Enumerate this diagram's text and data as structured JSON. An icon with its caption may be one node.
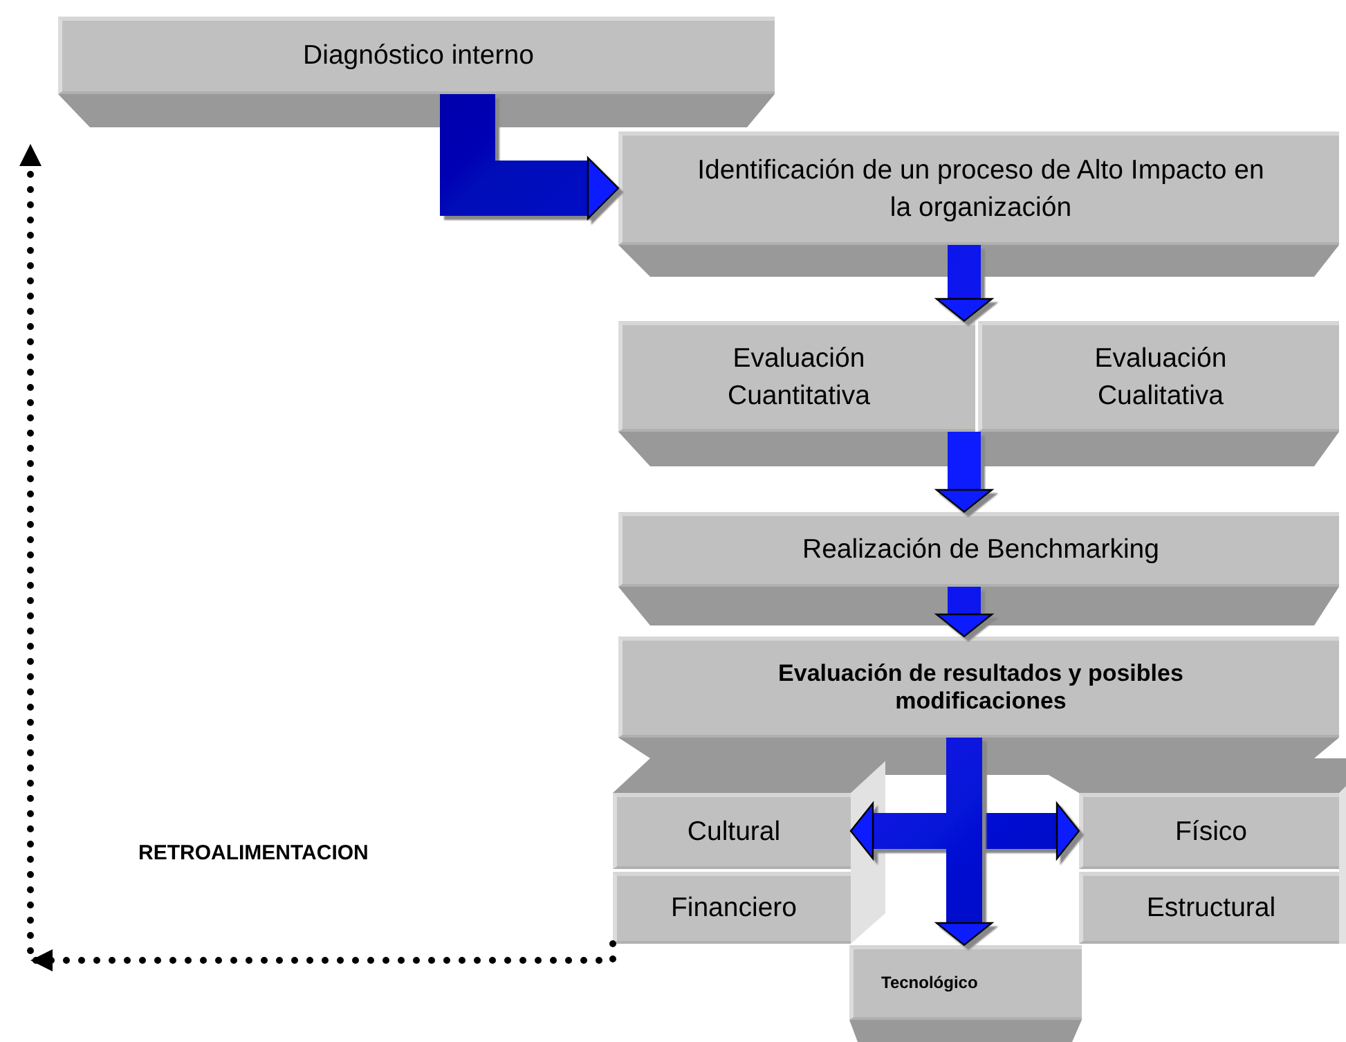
{
  "diagram": {
    "nodes": [
      {
        "text": [
          "Diagnóstico interno"
        ]
      },
      {
        "text": [
          "Identificación de un proceso de Alto Impacto en la organización"
        ]
      },
      {
        "text": [
          "Evaluación Cuantitativa"
        ]
      },
      {
        "text": [
          "Evaluación Cualitativa"
        ]
      },
      {
        "text": [
          "Realización de Benchmarking"
        ]
      },
      {
        "text": [
          "Evaluación de resultados y posibles modificaciones"
        ]
      },
      {
        "text": [
          "Cultural"
        ]
      },
      {
        "text": [
          "Financiero"
        ]
      },
      {
        "text": [
          "Físico"
        ]
      },
      {
        "text": [
          "Estructural"
        ]
      },
      {
        "text": [
          "Tecnológico"
        ]
      }
    ],
    "edges": [
      {
        "from": 0,
        "to": 1,
        "arrow": "to",
        "style": "thick"
      },
      {
        "from": 1,
        "to": 2,
        "arrow": "to",
        "style": "thick"
      },
      {
        "from": 1,
        "to": 3,
        "arrow": "to",
        "style": "thick"
      },
      {
        "from": 2,
        "to": 4,
        "arrow": "to",
        "style": "thick"
      },
      {
        "from": 3,
        "to": 4,
        "arrow": "to",
        "style": "thick"
      },
      {
        "from": 4,
        "to": 5,
        "arrow": "to",
        "style": "thick"
      },
      {
        "from": 5,
        "to": 6,
        "arrow": "to",
        "style": "thick"
      },
      {
        "from": 5,
        "to": 8,
        "arrow": "to",
        "style": "thick"
      },
      {
        "from": 5,
        "to": 10,
        "arrow": "to",
        "style": "thick"
      },
      {
        "from": 7,
        "to": null,
        "arrow": "to",
        "style": "dashed",
        "color": "#000000"
      }
    ],
    "labels": [
      "RETROALIMENTACION"
    ]
  }
}
